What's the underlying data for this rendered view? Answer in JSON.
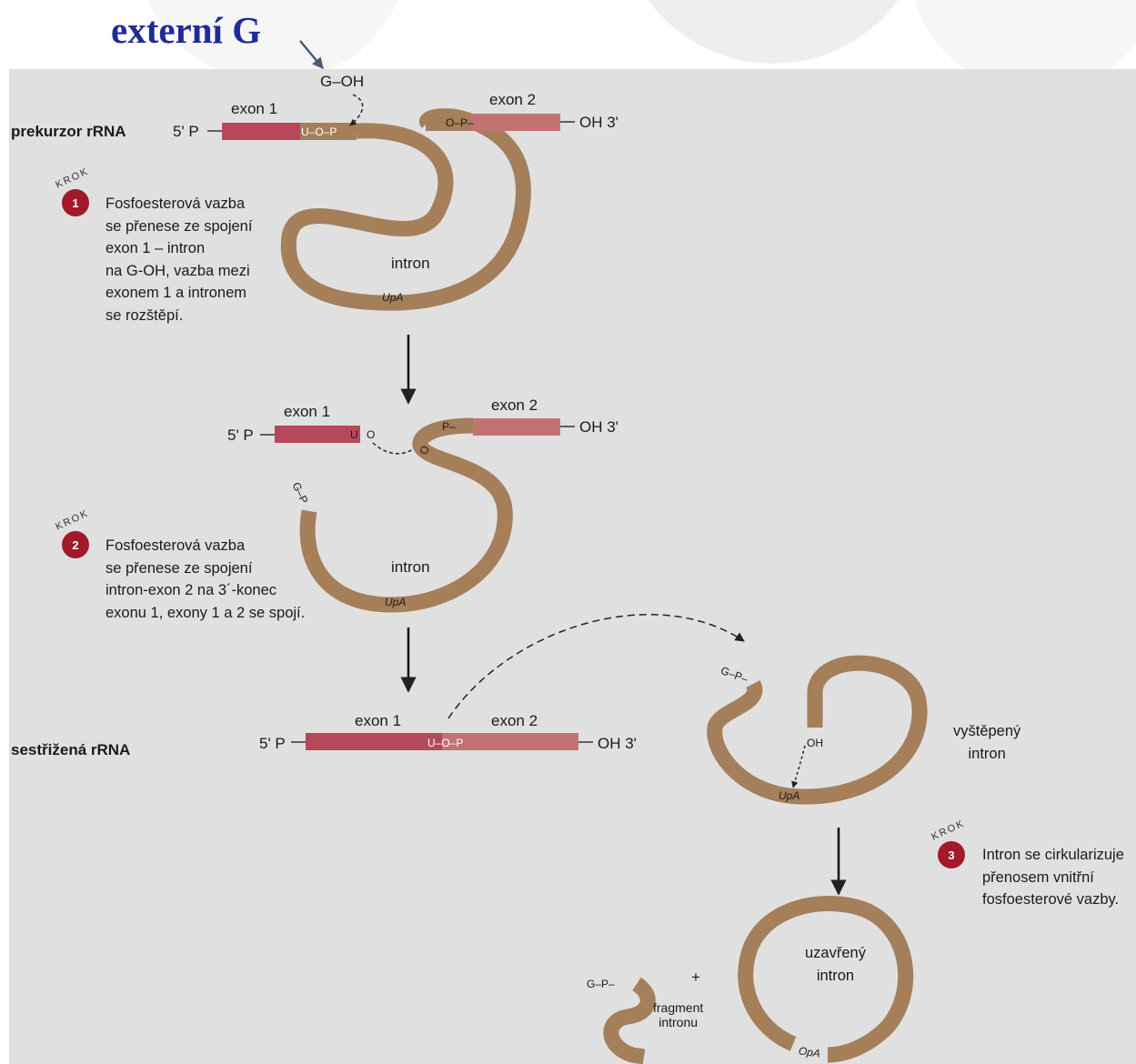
{
  "headline": "externí G",
  "colors": {
    "intron": "#a57e5a",
    "exon1": "#b7485a",
    "exon2": "#c37272",
    "badge": "#a2192a",
    "headline": "#1f2b96"
  },
  "top": {
    "g_oh": "G–OH",
    "row_label": "prekurzor rRNA",
    "exon1": "exon 1",
    "exon2": "exon 2",
    "five_p": "5' P",
    "oh3": "OH 3'",
    "uop": "U–O–P",
    "op": "O–P–",
    "intron": "intron",
    "upa": "UpA"
  },
  "step1": {
    "krok": "KROK",
    "number": "1",
    "text": "Fosfoesterová vazba\nse přenese ze spojení\nexon 1 – intron\nna G-OH, vazba mezi\nexonem 1 a intronem\nse rozštěpí."
  },
  "middle": {
    "exon1": "exon 1",
    "exon2": "exon 2",
    "five_p": "5' P",
    "oh3": "OH 3'",
    "u": "U",
    "o_left": "O",
    "p": "P–",
    "o_right": "O",
    "gp": "G–P",
    "intron": "intron",
    "upa": "UpA"
  },
  "step2": {
    "krok": "KROK",
    "number": "2",
    "text": "Fosfoesterová vazba\nse přenese ze spojení\nintron-exon 2 na 3´-konec\nexonu 1, exony 1 a 2 se spojí."
  },
  "bottom": {
    "row_label": "sestřižená rRNA",
    "exon1": "exon 1",
    "exon2": "exon 2",
    "five_p": "5' P",
    "oh3": "OH 3'",
    "uop": "U–O–P"
  },
  "excised": {
    "gp": "G–P–",
    "oh": "OH",
    "upa": "UpA",
    "label": "vyštěpený\nintron"
  },
  "step3": {
    "krok": "KROK",
    "number": "3",
    "text": "Intron se cirkularizuje\npřenosem vnitřní\nfosfoesterové vazby."
  },
  "final": {
    "gp": "G–P–",
    "plus": "+",
    "fragment": "fragment\nintronu",
    "circle": "uzavřený\nintron",
    "opa": "OpA"
  }
}
